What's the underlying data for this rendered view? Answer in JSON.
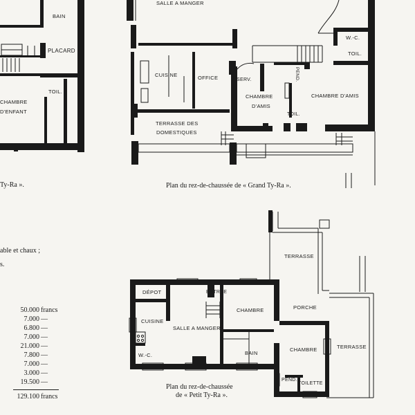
{
  "plan_left": {
    "rooms": {
      "bain": "BAIN",
      "placard": "PLACARD",
      "toil": "TOIL.",
      "chambre_enfant_line1": "CHAMBRE",
      "chambre_enfant_line2": "D'ENFANT"
    },
    "caption_fragment": "Ty-Ra »."
  },
  "plan_grand": {
    "rooms": {
      "salle_a_manger": "SALLE A MANGER",
      "wc": "W.-C.",
      "toil_top": "TOIL.",
      "cuisine": "CUISINE",
      "office": "OFFICE",
      "serv": "SERV.",
      "pend": "PEND.",
      "chambre_amis_1_line1": "CHAMBRE",
      "chambre_amis_1_line2": "D'AMIS",
      "chambre_amis_2": "CHAMBRE D'AMIS",
      "toil_bottom": "TOIL.",
      "terrasse_domestiques_line1": "TERRASSE DES",
      "terrasse_domestiques_line2": "DOMESTIQUES"
    },
    "caption": "Plan du rez-de-chaussée de « Grand Ty-Ra »."
  },
  "plan_petit": {
    "rooms": {
      "depot": "DÉPOT",
      "entree": "ENTRÉE",
      "cuisine": "CUISINE",
      "salle_a_manger": "SALLE A MANGER",
      "chambre_1": "CHAMBRE",
      "bain": "BAIN",
      "wc": "W.-C.",
      "terrasse_top": "TERRASSE",
      "porche": "PORCHE",
      "terrasse_right": "TERRASSE",
      "chambre_2": "CHAMBRE",
      "pend": "PEND.",
      "toilette": "TOILETTE"
    },
    "caption_line1": "Plan du rez-de-chaussée",
    "caption_line2": "de « Petit Ty-Ra »."
  },
  "text_fragments": {
    "line1": "able et chaux ;",
    "line2": "s."
  },
  "costs": {
    "items": [
      {
        "amount": "50.000",
        "unit": "francs"
      },
      {
        "amount": "7.000",
        "unit": "—"
      },
      {
        "amount": "6.800",
        "unit": "—"
      },
      {
        "amount": "7.000",
        "unit": "—"
      },
      {
        "amount": "21.000",
        "unit": "—"
      },
      {
        "amount": "7.800",
        "unit": "—"
      },
      {
        "amount": "7.000",
        "unit": "—"
      },
      {
        "amount": "3.000",
        "unit": "—"
      },
      {
        "amount": "19.500",
        "unit": "—"
      }
    ],
    "total_amount": "129.100",
    "total_unit": "francs"
  }
}
